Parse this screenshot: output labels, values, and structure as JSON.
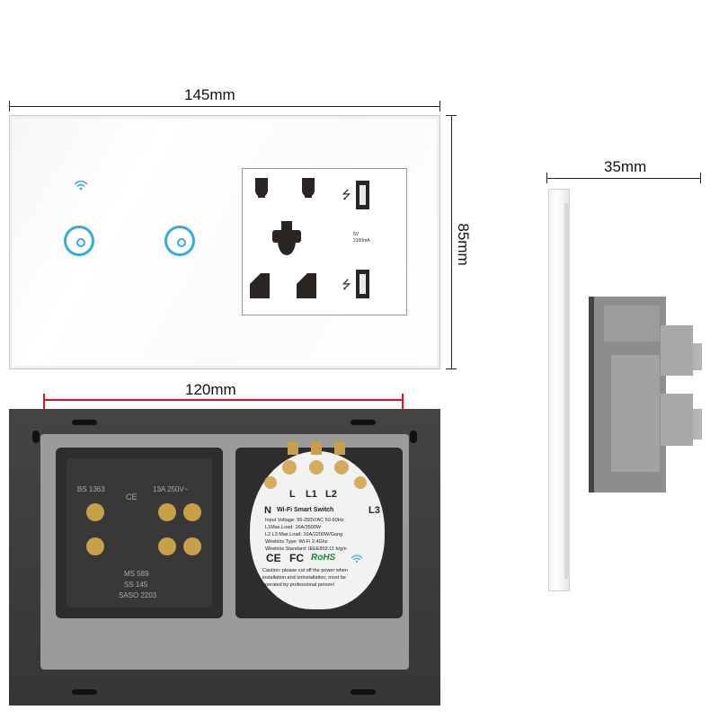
{
  "dimensions": {
    "front_width": "145mm",
    "front_height": "85mm",
    "side_depth": "35mm",
    "back_spacing": "120mm"
  },
  "socket": {
    "usb_voltage": "5V",
    "usb_current": "2100mA"
  },
  "back_left": {
    "marks": [
      "BS 1363",
      "CE",
      "13A 250V~"
    ],
    "cert_lines": [
      "MS 589",
      "SS 145",
      "SASO 2203"
    ]
  },
  "module": {
    "terminals_top": [
      "L",
      "L1",
      "L2"
    ],
    "terminal_n": "N",
    "terminal_l3": "L3",
    "title": "Wi-Fi Smart Switch",
    "specs": [
      "Input Voltage: 95-250V/AC 50-60Hz",
      "L1Max.Load: 16A/3500W",
      "L2 L3 Max.Load: 10A/2200W/Gang",
      "Wireless Type: Wi-Fi 2.4Ghz",
      "Wireless Standard: IEEE802.11 b/g/n"
    ],
    "cert_ce": "CE",
    "cert_fcc": "FC",
    "cert_rohs": "RoHS",
    "caution": [
      "Caution: please cut off the power when",
      "installation and uninstallation, must be",
      "operated by professional person!"
    ]
  },
  "colors": {
    "touch_ring": "#3aa8e0",
    "dimension_red": "#e0102a",
    "panel_glass": "#ffffff",
    "backplate": "#3c3c3c",
    "housing": "#8a8a8a"
  }
}
